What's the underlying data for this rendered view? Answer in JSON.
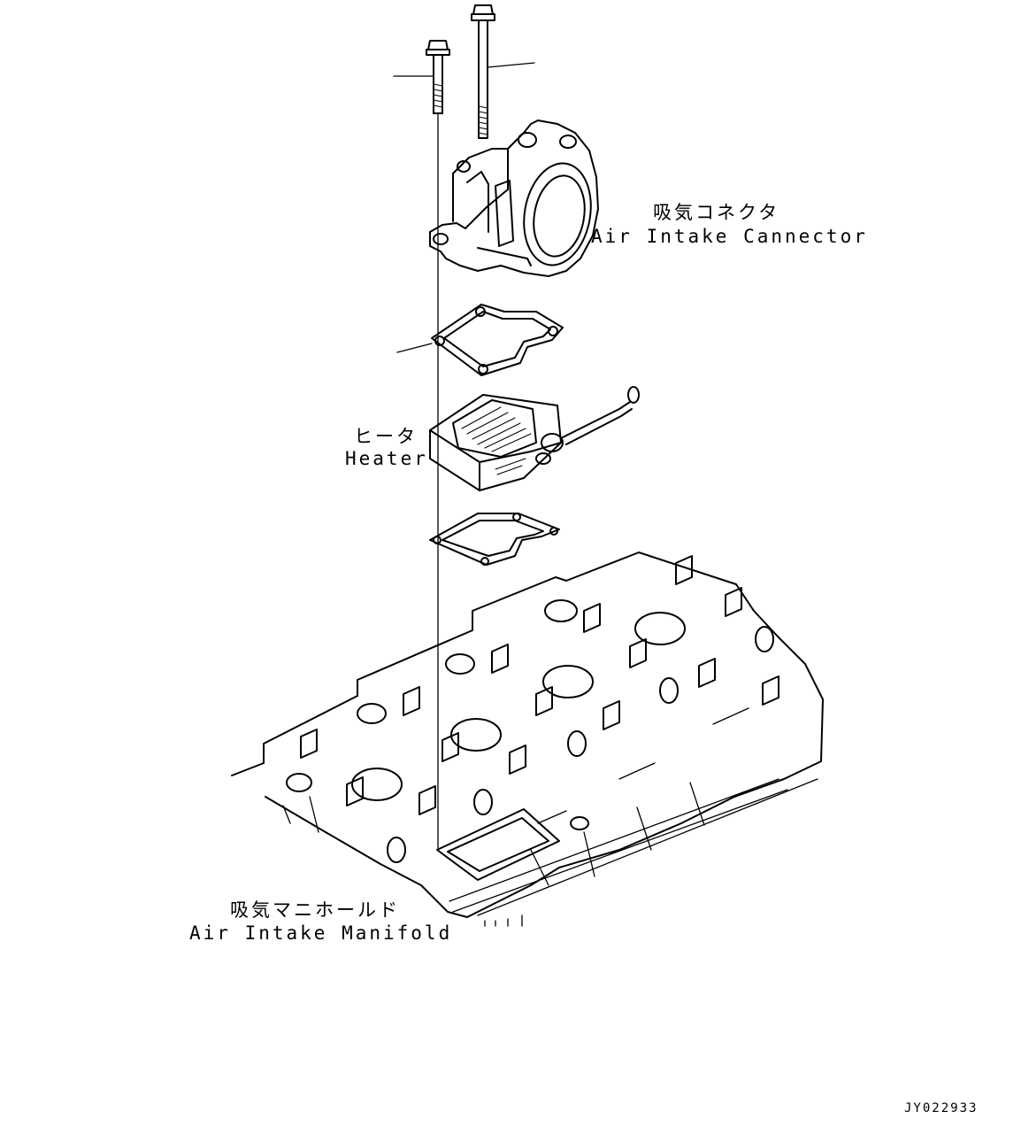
{
  "labels": {
    "connector_jp": "吸気コネクタ",
    "connector_en": "Air Intake Cannector",
    "heater_jp": "ヒータ",
    "heater_en": "Heater",
    "manifold_jp": "吸気マニホールド",
    "manifold_en": "Air Intake Manifold"
  },
  "drawing_code": "JY022933",
  "colors": {
    "line": "#000000",
    "background": "#ffffff"
  }
}
